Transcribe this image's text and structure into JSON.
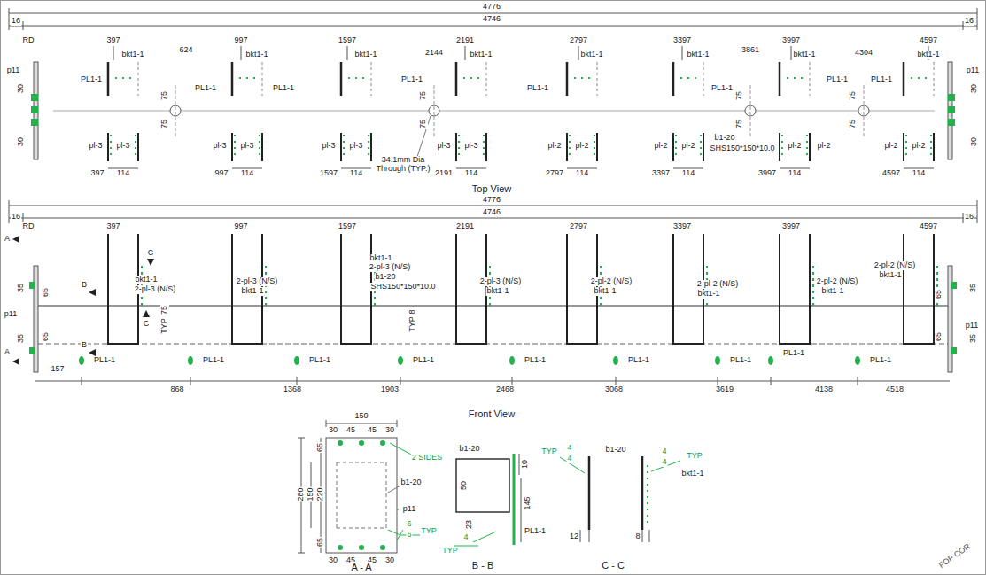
{
  "diagram": {
    "labels": [
      "4776",
      "4746",
      "16",
      "16",
      "RD",
      "397",
      "997",
      "1597",
      "2191",
      "2797",
      "3397",
      "3997",
      "4597",
      "624",
      "2144",
      "3861",
      "4304",
      "bkt1-1",
      "bkt1-1",
      "bkt1-1",
      "bkt1-1",
      "bkt1-1",
      "bkt1-1",
      "bkt1-1",
      "bkt1-1",
      "p11",
      "p11",
      "PL1-1",
      "PL1-1",
      "PL1-1",
      "PL1-1",
      "PL1-1",
      "PL1-1",
      "PL1-1",
      "PL1-1",
      "30",
      "30",
      "30",
      "30",
      "75",
      "75",
      "75",
      "75",
      "75",
      "75",
      "75",
      "75",
      "34.1mm Dia Through (TYP.)",
      "pl-3",
      "pl-3",
      "pl-3",
      "pl-3",
      "pl-3",
      "pl-3",
      "pl-3",
      "pl-3",
      "pl-2",
      "pl-2",
      "pl-2",
      "pl-2",
      "pl-2",
      "pl-2",
      "pl-2",
      "pl-2",
      "b1-20",
      "SHS150*150*10.0",
      "397",
      "114",
      "997",
      "114",
      "1597",
      "114",
      "2191",
      "114",
      "2797",
      "114",
      "3397",
      "114",
      "3997",
      "114",
      "4597",
      "114",
      "Top View",
      "4776",
      "4746",
      "16",
      "16",
      "RD",
      "397",
      "997",
      "1597",
      "2191",
      "2797",
      "3397",
      "3997",
      "4597",
      "A",
      "C",
      "B",
      "35",
      "65",
      "p11",
      "35",
      "65",
      "C",
      "B",
      "A",
      "bkt1-1",
      "2-pl-3 (N/S)",
      "2-pl-3 (N/S)",
      "bkt1-1",
      "bkt1-1",
      "2-pl-3 (N/S)",
      "b1-20",
      "SHS150*150*10.0",
      "2-pl-3 (N/S)",
      "bkt1-1",
      "2-pl-2 (N/S)",
      "bkt1-1",
      "2-pl-2 (N/S)",
      "bkt1-1",
      "2-pl-2 (N/S)",
      "bkt1-1",
      "2-pl-2 (N/S)",
      "bkt1-1",
      "65",
      "35",
      "p11",
      "65",
      "35",
      "75",
      "TYP",
      "8",
      "TYP",
      "PL1-1",
      "PL1-1",
      "PL1-1",
      "PL1-1",
      "PL1-1",
      "PL1-1",
      "PL1-1",
      "PL1-1",
      "PL1-1",
      "157",
      "868",
      "1368",
      "1903",
      "2468",
      "3068",
      "3619",
      "4138",
      "4518",
      "Front View",
      "150",
      "30",
      "45",
      "45",
      "30",
      "2 SIDES",
      "65",
      "b1-20",
      "280",
      "150",
      "220",
      "p11",
      "65",
      "6",
      "6",
      "TYP",
      "30",
      "45",
      "45",
      "30",
      "A - A",
      "b1-20",
      "10",
      "50",
      "145",
      "PL1-1",
      "23",
      "4",
      "TYP",
      "B - B",
      "TYP",
      "4",
      "4",
      "b1-20",
      "4",
      "4",
      "TYP",
      "bkt1-1",
      "12",
      "8",
      "C - C",
      "FOP COR"
    ]
  }
}
